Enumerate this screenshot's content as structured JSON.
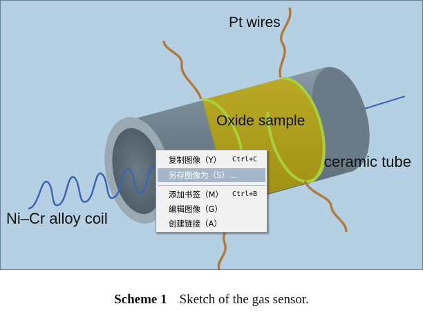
{
  "figure": {
    "labels": {
      "pt_wires": "Pt wires",
      "oxide_sample": "Oxide sample",
      "ceramic_tube": "ceramic tube",
      "nicr_coil": "Ni–Cr alloy coil"
    },
    "colors": {
      "background": "#b5d0e2",
      "tube": "#7a8b98",
      "sample": "#b3a31d",
      "ring": "#a9cf3b",
      "pt_wire": "#b07a3e",
      "coil": "#3b64b3"
    }
  },
  "context_menu": {
    "items": [
      {
        "label": "复制图像（Y）",
        "shortcut": "Ctrl+C"
      },
      {
        "label": "另存图像为（S）...",
        "shortcut": ""
      },
      {
        "label": "添加书签（M）",
        "shortcut": "Ctrl+B"
      },
      {
        "label": "编辑图像（G）",
        "shortcut": ""
      },
      {
        "label": "创建链接（A）",
        "shortcut": ""
      }
    ],
    "highlighted_index": 1
  },
  "caption": {
    "number": "Scheme 1",
    "text": "Sketch of the gas sensor."
  }
}
